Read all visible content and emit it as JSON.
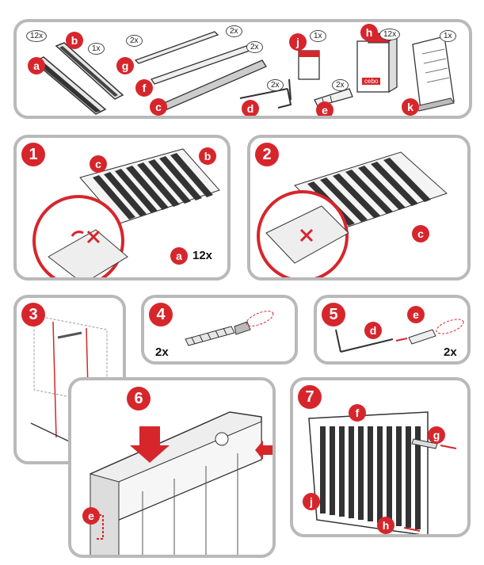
{
  "parts": [
    {
      "letter": "a",
      "qty": "12x"
    },
    {
      "letter": "b",
      "qty": "1x"
    },
    {
      "letter": "g",
      "qty": "2x"
    },
    {
      "letter": "f",
      "qty": "2x"
    },
    {
      "letter": "c",
      "qty": "2x"
    },
    {
      "letter": "d",
      "qty": "2x"
    },
    {
      "letter": "e",
      "qty": "2x"
    },
    {
      "letter": "j",
      "qty": "1x"
    },
    {
      "letter": "h",
      "qty": "12x"
    },
    {
      "letter": "k",
      "qty": "1x"
    }
  ],
  "steps": [
    {
      "number": "1",
      "labels": {
        "c": "c",
        "b": "b",
        "a": "a"
      },
      "qty": "12x"
    },
    {
      "number": "2",
      "labels": {
        "c": "c"
      }
    },
    {
      "number": "3"
    },
    {
      "number": "4",
      "qty": "2x"
    },
    {
      "number": "5",
      "labels": {
        "d": "d",
        "e": "e"
      },
      "qty": "2x"
    },
    {
      "number": "6",
      "labels": {
        "e": "e"
      }
    },
    {
      "number": "7",
      "labels": {
        "f": "f",
        "g": "g",
        "j": "j",
        "h": "h"
      }
    }
  ],
  "box_brand": "cebo",
  "colors": {
    "accent": "#d6262c",
    "panel_border": "#b9b9b9",
    "line": "#333333"
  }
}
